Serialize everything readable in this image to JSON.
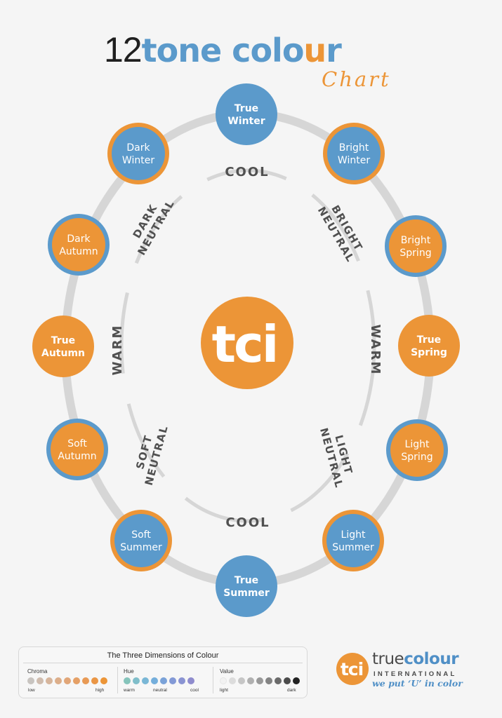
{
  "title": {
    "number": "12",
    "word_a": "tone colo",
    "word_accent": "u",
    "word_b": "r",
    "subtitle": "Chart"
  },
  "colors": {
    "blue": "#5b9acb",
    "orange": "#ec9537",
    "ring": "#d6d6d6",
    "label": "#505050"
  },
  "center_logo": {
    "text": "tci"
  },
  "seasons": [
    {
      "line1": "True",
      "line2": "Winter",
      "fill": "blue",
      "bold": true
    },
    {
      "line1": "Bright",
      "line2": "Winter",
      "fill": "blue",
      "rim": "orange",
      "bold": false
    },
    {
      "line1": "Bright",
      "line2": "Spring",
      "fill": "orange",
      "rim": "blue",
      "bold": false
    },
    {
      "line1": "True",
      "line2": "Spring",
      "fill": "orange",
      "bold": true
    },
    {
      "line1": "Light",
      "line2": "Spring",
      "fill": "orange",
      "rim": "blue",
      "bold": false
    },
    {
      "line1": "Light",
      "line2": "Summer",
      "fill": "blue",
      "rim": "orange",
      "bold": false
    },
    {
      "line1": "True",
      "line2": "Summer",
      "fill": "blue",
      "bold": true
    },
    {
      "line1": "Soft",
      "line2": "Summer",
      "fill": "blue",
      "rim": "orange",
      "bold": false
    },
    {
      "line1": "Soft",
      "line2": "Autumn",
      "fill": "orange",
      "rim": "blue",
      "bold": false
    },
    {
      "line1": "True",
      "line2": "Autumn",
      "fill": "orange",
      "bold": true
    },
    {
      "line1": "Dark",
      "line2": "Autumn",
      "fill": "orange",
      "rim": "blue",
      "bold": false
    },
    {
      "line1": "Dark",
      "line2": "Winter",
      "fill": "blue",
      "rim": "orange",
      "bold": false
    }
  ],
  "inner_labels": {
    "cool_top": "COOL",
    "cool_bottom": "COOL",
    "warm_left": "WARM",
    "warm_right": "WARM",
    "dark_neutral": [
      "DARK",
      "NEUTRAL"
    ],
    "bright_neutral": [
      "BRIGHT",
      "NEUTRAL"
    ],
    "soft_neutral": [
      "SOFT",
      "NEUTRAL"
    ],
    "light_neutral": [
      "LIGHT",
      "NEUTRAL"
    ]
  },
  "legend": {
    "title": "The Three Dimensions of Colour",
    "chroma": {
      "title": "Chroma",
      "low": "low",
      "high": "high",
      "swatches": [
        "#c8c4c0",
        "#cfbcae",
        "#d6b59c",
        "#dcae8a",
        "#e1a678",
        "#e5a066",
        "#e89a55",
        "#ea9645",
        "#ec9537"
      ]
    },
    "hue": {
      "title": "Hue",
      "warm": "warm",
      "neutral": "neutral",
      "cool": "cool",
      "swatches": [
        "#86c4bb",
        "#80beca",
        "#7ab7d6",
        "#74aedb",
        "#7aa2d8",
        "#8399d6",
        "#8a93d2",
        "#8f8ccd"
      ]
    },
    "value": {
      "title": "Value",
      "light": "light",
      "dark": "dark",
      "swatches": [
        "#f2f2f2",
        "#dcdcdc",
        "#c6c6c6",
        "#b0b0b0",
        "#999999",
        "#838383",
        "#6a6a6a",
        "#4b4b4b",
        "#222222"
      ]
    }
  },
  "brand": {
    "logo_text": "tci",
    "word_light": "true",
    "word_bold": "colour",
    "subline": "INTERNATIONAL",
    "tagline": "we put ‘U’ in color"
  }
}
